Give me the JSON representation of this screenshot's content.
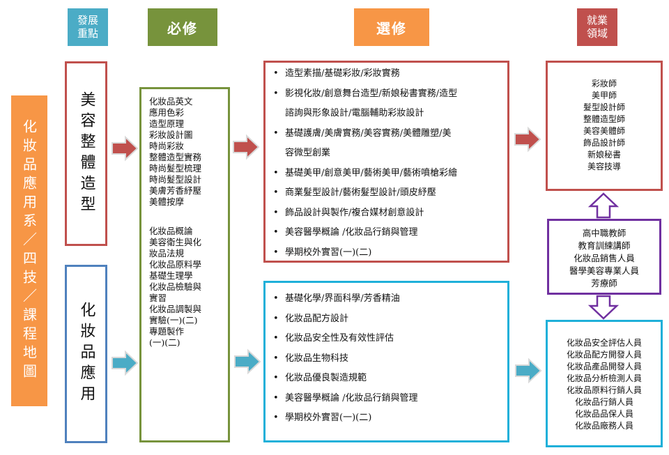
{
  "headers": {
    "focus": "發展\n重點",
    "required": "必修",
    "elective": "選修",
    "career": "就業\n領域"
  },
  "program": "化妝品應用系／四技／課程地圖",
  "tracks": {
    "beauty": "美容整體造型",
    "cosmetics": "化妝品應用"
  },
  "required_beauty": "化妝品英文\n應用色彩\n造型原理\n彩妝設計圖\n時尚彩妝\n整體造型實務\n時尚髮型梳理\n時尚髮型設計\n美膚芳香紓壓\n美體按摩",
  "required_cosmetics": "化妝品概論\n美容衛生與化\n妝品法規\n化妝品原料學\n基礎生理學\n化妝品檢驗與\n實習\n化妝品調製與\n實驗(一)(二)\n專題製作\n(一)(二)",
  "elective_beauty": [
    "造型素描/基礎彩妝/彩妝實務",
    "影視化妝/創意舞台造型/新娘秘書實務/造型",
    "諮詢與形象設計/電腦輔助彩妝設計",
    "基礎護膚/美膚實務/美容實務/美體雕塑/美",
    "容微型創業",
    "基礎美甲/創意美甲/藝術美甲/藝術噴槍彩繪",
    "商業髮型設計/藝術髮型設計/頭皮紓壓",
    "飾品設計與製作/複合媒材創意設計",
    "美容醫學概論 /化妝品行銷與管理",
    "學期校外實習(一)(二)"
  ],
  "elective_beauty_bullets": [
    true,
    true,
    false,
    true,
    false,
    true,
    true,
    true,
    true,
    true
  ],
  "elective_cosmetics": [
    "基礎化學/界面科學/芳香精油",
    "化妝品配方設計",
    "化妝品安全性及有效性評估",
    "化妝品生物科技",
    "化妝品優良製造規範",
    "美容醫學概論 /化妝品行銷與管理",
    "學期校外實習(一)(二)"
  ],
  "career_beauty": "彩妝師\n美甲師\n髮型設計師\n整體造型師\n美容美體師\n飾品設計師\n新娘秘書\n美容技導",
  "career_shared": "高中職教師\n教育訓練講師\n化妝品銷售人員\n醫學美容專業人員\n芳療師",
  "career_cosmetics": "化妝品安全評估人員\n化妝品配方開發人員\n化妝品產品開發人員\n化妝品分析檢測人員\n化妝品原料行銷人員\n化妝品行銷人員\n化妝品品保人員\n化妝品廠務人員",
  "colors": {
    "focus_header": "#4bacc6",
    "required_header": "#77933c",
    "elective_header": "#f79646",
    "career_header": "#c0504d",
    "program_box": "#f79646",
    "red_border": "#c0504d",
    "blue_border": "#4f81bd",
    "green_border": "#77933c",
    "cyan_border": "#1fb0d9",
    "purple_border": "#7030a0"
  }
}
